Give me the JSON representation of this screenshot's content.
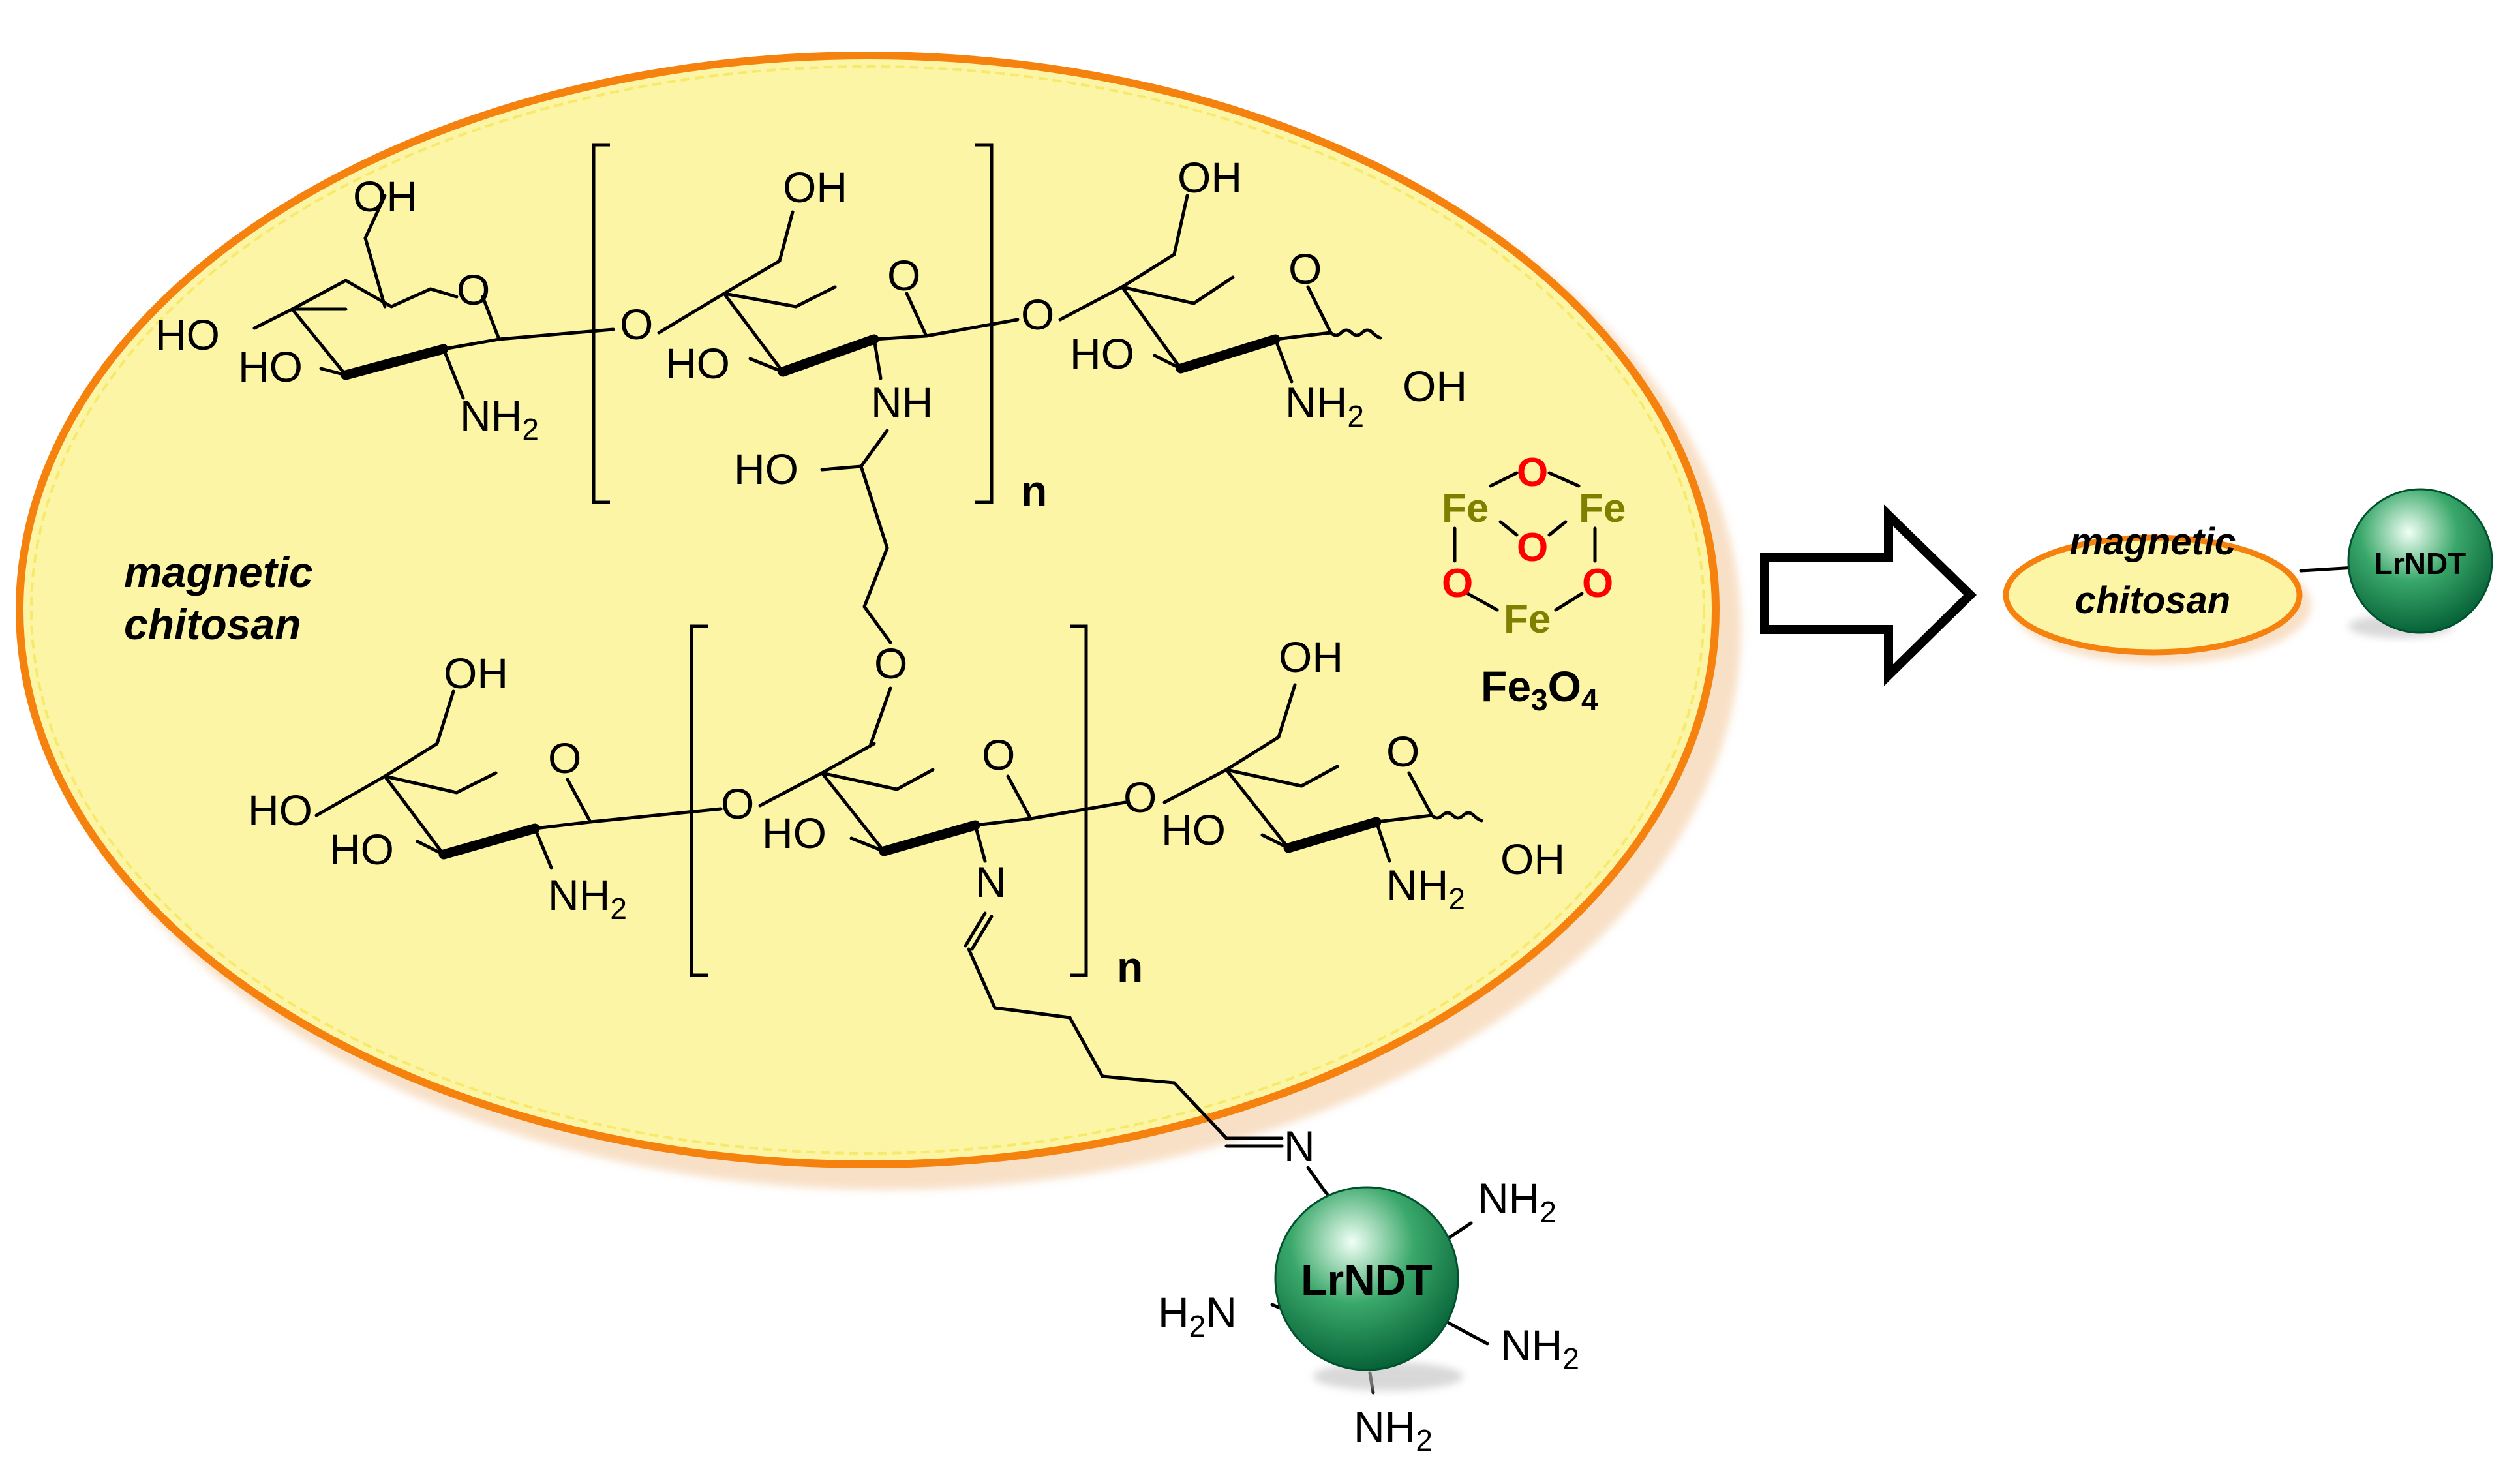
{
  "labels": {
    "magnetic": "magnetic",
    "chitosan": "chitosan",
    "repeat_n": "n",
    "oh": "OH",
    "ho": "HO",
    "o": "O",
    "nh": "NH",
    "nh2_n": "NH",
    "nh2_sub": "2",
    "h2n_h": "H",
    "h2n_sub": "2",
    "h2n_n": "N",
    "n": "N",
    "fe": "Fe",
    "fe3o4_fe": "Fe",
    "fe3o4_3": "3",
    "fe3o4_o": "O",
    "fe3o4_4": "4",
    "lrndt": "LrNDT"
  },
  "colors": {
    "ellipse_fill": "#fdf5a6",
    "ellipse_border": "#f5820f",
    "iron": "#808000",
    "oxygen": "#ff0000",
    "sphere_dark": "#006b3c",
    "sphere_light": "#f0fff4"
  },
  "icons": {
    "arrow": "hollow-right-arrow-icon",
    "sphere": "green-sphere-icon"
  }
}
